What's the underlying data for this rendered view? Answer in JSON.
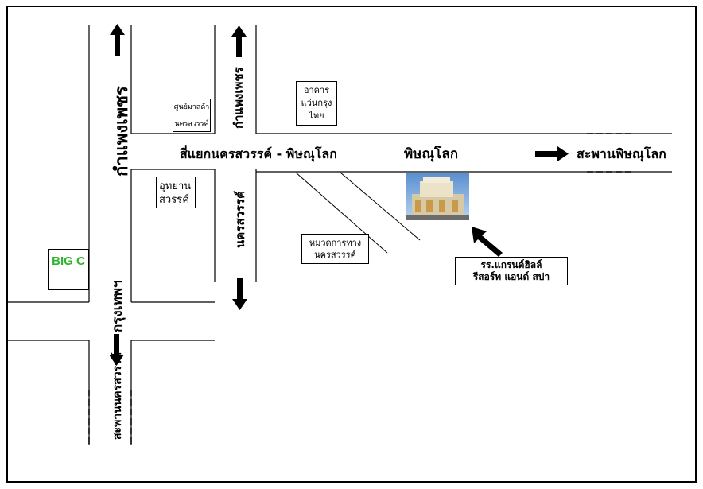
{
  "map": {
    "roads": {
      "kamphaeng_left": "กำแพงเพชร",
      "kamphaeng_right": "กำแพงเพชร",
      "intersection": "สี่แยกนครสวรรค์ - พิษณุโลก",
      "phitsanulok": "พิษณุโลก",
      "phitsanulok_bridge": "สะพานพิษณุโลก",
      "nakhon_sawan": "นครสวรรค์",
      "krungthep": "กรุงเทพฯ",
      "nakhon_sawan_bridge": "สะพานนครสวรรค์"
    },
    "landmarks": {
      "bigc": "BIG C",
      "market_line1": "ศูนย์มาสด้า",
      "market_line2": "นครสวรรค์",
      "bank_line1": "อาคาร",
      "bank_line2": "แว่นกรุง",
      "bank_line3": "ไทย",
      "park_line1": "อุทยาน",
      "park_line2": "สวรรค์",
      "highway_line1": "หมวดการทาง",
      "highway_line2": "นครสวรรค์",
      "hotel_line1": "รร.แกรนด์ฮิลล์",
      "hotel_line2": "รีสอร์ท แอนด์ สปา"
    },
    "colors": {
      "road_line": "#000000",
      "bigc_text": "#2db52d",
      "hotel_sky": "#7fb0e0",
      "hotel_building": "#e8dcc0"
    }
  }
}
